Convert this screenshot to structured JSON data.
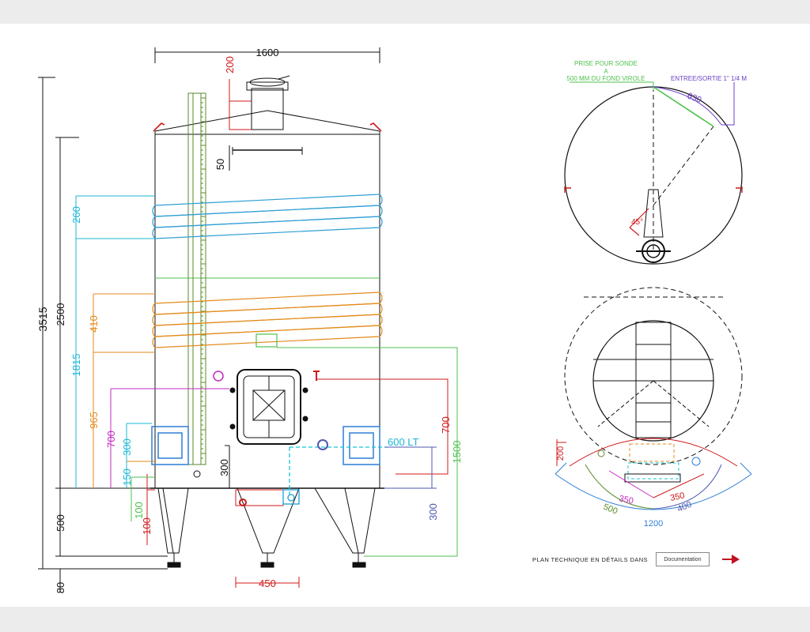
{
  "colors": {
    "black": "#111111",
    "red": "#d11a1a",
    "cyan": "#19b7d6",
    "blue": "#2f7fd6",
    "orange": "#e38a1a",
    "green": "#4ec14e",
    "magenta": "#c228c2",
    "purple": "#6a3fc7",
    "slate": "#4e58b0",
    "olive": "#5a8a2a"
  },
  "dimensions": {
    "width": "1600",
    "lid_height": "200",
    "rail_offset": "50",
    "total_height": "3515",
    "body_height": "2500",
    "legs_height": "500",
    "foot_height": "80",
    "top_jacket": "260",
    "cooling_zone": "1815",
    "bottom_jacket": "410",
    "jacket_base": "965",
    "door_level": "700",
    "tap_level": "300",
    "low_tap": "150",
    "legs_a": "100",
    "legs_b": "100",
    "outlet_height": "300",
    "tap_right": "700",
    "level_gauge": "1500",
    "side_tap": "300",
    "leg_spacing": "450",
    "volume_label": "600 LT"
  },
  "top_view": {
    "probe_line1": "PRISE POUR SONDE",
    "probe_line2": "A",
    "probe_line3": "500 MM DU FOND VIROLE",
    "inlet_label": "ENTREE/SORTIE 1\" 1/4 M",
    "arc_dim": "630",
    "angle": "45°"
  },
  "bottom_view": {
    "dim_200": "200",
    "dim_350_left": "350",
    "dim_350_right": "350",
    "dim_500": "500",
    "dim_400": "400",
    "dim_1200": "1200"
  },
  "footer": {
    "text": "PLAN TECHNIQUE EN DÉTAILS DANS",
    "button_label": "Documentation"
  }
}
